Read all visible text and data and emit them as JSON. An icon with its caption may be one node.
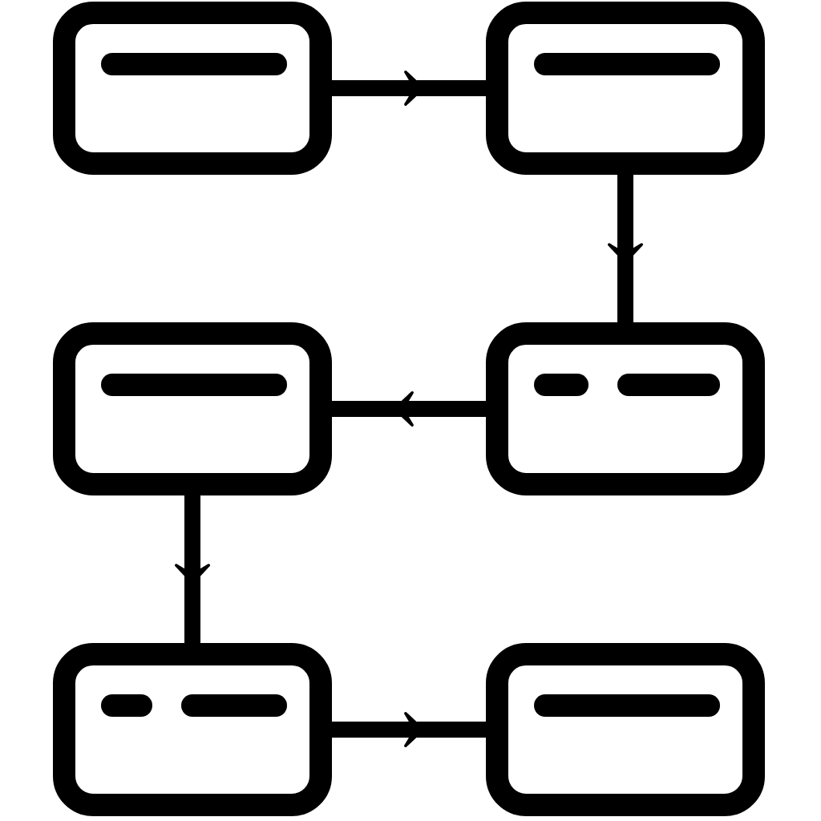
{
  "diagram": {
    "nodes": [
      {
        "text": [],
        "shape": "box"
      },
      {
        "text": [],
        "shape": "box"
      },
      {
        "text": [],
        "shape": "box"
      },
      {
        "text": [],
        "shape": "box"
      },
      {
        "text": [],
        "shape": "box"
      },
      {
        "text": [],
        "shape": "box"
      }
    ],
    "edges": [
      {
        "from": 0,
        "to": 1,
        "arrow": "to"
      },
      {
        "from": 1,
        "to": 3,
        "arrow": "to"
      },
      {
        "from": 3,
        "to": 2,
        "arrow": "to"
      },
      {
        "from": 2,
        "to": 4,
        "arrow": "to"
      },
      {
        "from": 4,
        "to": 5,
        "arrow": "to"
      }
    ]
  }
}
